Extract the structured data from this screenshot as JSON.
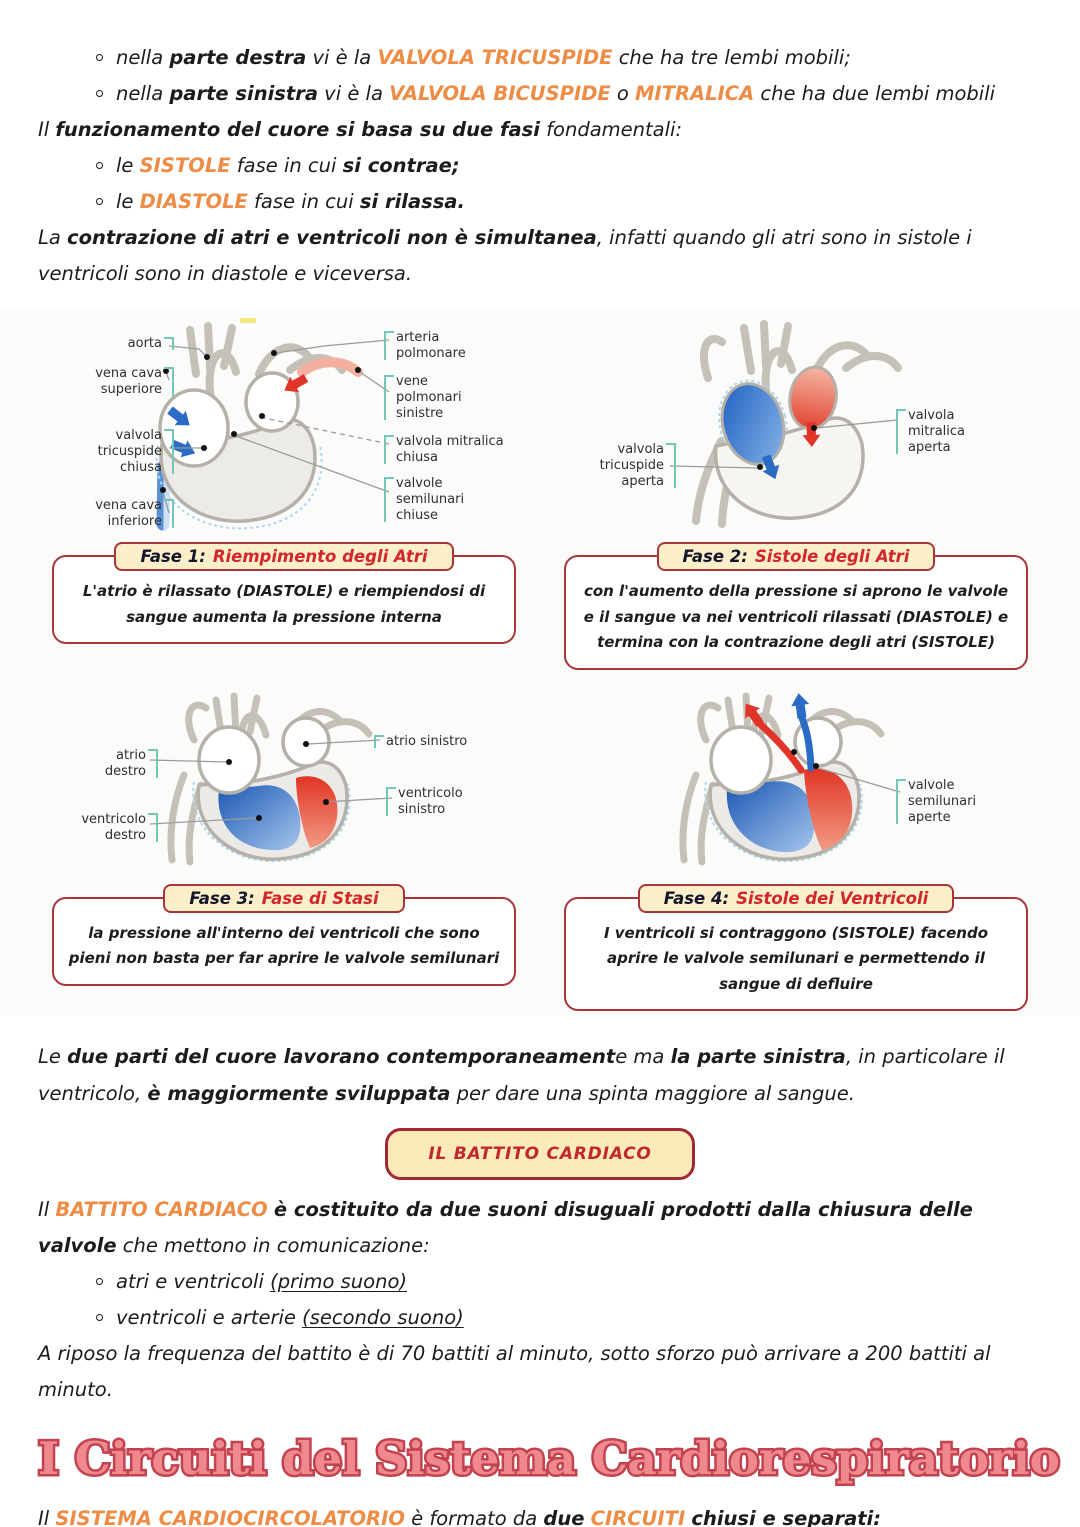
{
  "colors": {
    "accent_orange": "#ED8C45",
    "fase_red": "#D3262C",
    "box_border_red": "#A93439",
    "box_cream": "#FBEFC9",
    "battito_cream": "#FCEBB8",
    "battito_text_red": "#C2262E",
    "teal_bracket": "#74C6B8",
    "title_pink_fill": "#F0898D",
    "title_pink_outline": "#C2434F",
    "blood_blue": "#2A6BC5",
    "blood_red": "#E2352A",
    "heart_gray": "#B5B0A8"
  },
  "intro": {
    "bullets": [
      [
        {
          "t": "nella "
        },
        {
          "t": "parte destra",
          "s": "b"
        },
        {
          "t": " vi è la "
        },
        {
          "t": "VALVOLA TRICUSPIDE",
          "s": "o"
        },
        {
          "t": " che ha tre lembi mobili;"
        }
      ],
      [
        {
          "t": "nella "
        },
        {
          "t": "parte sinistra",
          "s": "b"
        },
        {
          "t": " vi è la "
        },
        {
          "t": "VALVOLA BICUSPIDE",
          "s": "o"
        },
        {
          "t": " o "
        },
        {
          "t": "MITRALICA",
          "s": "o"
        },
        {
          "t": " che ha due lembi mobili"
        }
      ]
    ],
    "para_fasi": [
      {
        "t": "Il "
      },
      {
        "t": "funzionamento del cuore si basa su due fasi",
        "s": "b"
      },
      {
        "t": " fondamentali:"
      }
    ],
    "fasi_bullets": [
      [
        {
          "t": "le "
        },
        {
          "t": "SISTOLE",
          "s": "o"
        },
        {
          "t": " fase in cui "
        },
        {
          "t": "si contrae;",
          "s": "b"
        }
      ],
      [
        {
          "t": "le "
        },
        {
          "t": "DIASTOLE",
          "s": "o"
        },
        {
          "t": " fase in cui "
        },
        {
          "t": "si rilassa.",
          "s": "b"
        }
      ]
    ],
    "para_contrazione": [
      {
        "t": "La "
      },
      {
        "t": "contrazione di atri e ventricoli non è simultanea",
        "s": "b"
      },
      {
        "t": ", infatti quando gli atri sono in sistole i ventricoli sono in diastole e viceversa."
      }
    ]
  },
  "figures": [
    {
      "title_num": "Fase 1:",
      "title_name": "Riempimento degli Atri",
      "labels_left": [
        "aorta",
        "vena cava\nsuperiore",
        "valvola\ntricuspide\nchiusa",
        "vena cava\ninferiore"
      ],
      "labels_right": [
        "arteria\npolmonare",
        "vene\npolmonari\nsinistre",
        "valvola mitralica\nchiusa",
        "valvole\nsemilunari\nchiuse"
      ],
      "desc": [
        {
          "t": "L'atrio è rilassato ("
        },
        {
          "t": "DIASTOLE",
          "s": "bb"
        },
        {
          "t": ") e riempiendosi di sangue aumenta la pressione interna"
        }
      ]
    },
    {
      "title_num": "Fase 2:",
      "title_name": "Sistole degli Atri",
      "labels_left": [
        "valvola\ntricuspide\naperta"
      ],
      "labels_right": [
        "valvola\nmitralica\naperta"
      ],
      "desc": [
        {
          "t": "con l'aumento della pressione si aprono le valvole e il sangue va nei ventricoli rilassati ("
        },
        {
          "t": "DIASTOLE",
          "s": "bb"
        },
        {
          "t": ") e termina con la contrazione degli atri ("
        },
        {
          "t": "SISTOLE",
          "s": "bb"
        },
        {
          "t": ")"
        }
      ]
    },
    {
      "title_num": "Fase 3:",
      "title_name": "Fase di Stasi",
      "labels_left": [
        "atrio\ndestro",
        "ventricolo\ndestro"
      ],
      "labels_right": [
        "atrio sinistro",
        "ventricolo\nsinistro"
      ],
      "desc": [
        {
          "t": "la pressione all'interno dei ventricoli che sono pieni non basta per far aprire le valvole semilunari"
        }
      ]
    },
    {
      "title_num": "Fase 4:",
      "title_name": "Sistole dei Ventricoli",
      "labels_left": [],
      "labels_right": [
        "valvole\nsemilunari\naperte"
      ],
      "desc": [
        {
          "t": "I ventricoli si contraggono ("
        },
        {
          "t": "SISTOLE",
          "s": "bb"
        },
        {
          "t": ") facendo aprire le valvole semilunari e permettendo il sangue di defluire"
        }
      ]
    }
  ],
  "after": {
    "para_due_parti": [
      {
        "t": "Le "
      },
      {
        "t": "due parti del cuore lavorano contemporaneament",
        "s": "b"
      },
      {
        "t": "e ma "
      },
      {
        "t": "la parte sinistra",
        "s": "b"
      },
      {
        "t": ", in particolare il ventricolo, "
      },
      {
        "t": "è maggiormente sviluppata",
        "s": "b"
      },
      {
        "t": " per dare una spinta maggiore al sangue."
      }
    ],
    "battito_box_label": "IL BATTITO CARDIACO",
    "para_battito": [
      {
        "t": "Il "
      },
      {
        "t": "BATTITO CARDIACO",
        "s": "o"
      },
      {
        "t": " "
      },
      {
        "t": "è costituito da due suoni disuguali prodotti dalla chiusura delle valvole",
        "s": "b"
      },
      {
        "t": " che mettono in comunicazione:"
      }
    ],
    "battito_bullets": [
      [
        {
          "t": "atri e ventricoli "
        },
        {
          "t": "(primo suono)",
          "s": "u"
        }
      ],
      [
        {
          "t": "ventricoli e arterie "
        },
        {
          "t": "(secondo suono)",
          "s": "u"
        }
      ]
    ],
    "para_riposo": [
      {
        "t": "A riposo la frequenza del battito è di 70 battiti al minuto, sotto sforzo può arrivare a 200 battiti al minuto."
      }
    ]
  },
  "heading": {
    "title": "I Circuiti del Sistema Cardiorespiratorio"
  },
  "final": {
    "para_sistema": [
      {
        "t": "Il "
      },
      {
        "t": "SISTEMA CARDIOCIRCOLATORIO",
        "s": "o"
      },
      {
        "t": " è formato da "
      },
      {
        "t": "due",
        "s": "b"
      },
      {
        "t": " "
      },
      {
        "t": "CIRCUITI",
        "s": "o"
      },
      {
        "t": " "
      },
      {
        "t": "chiusi e separati:",
        "s": "b"
      }
    ]
  }
}
